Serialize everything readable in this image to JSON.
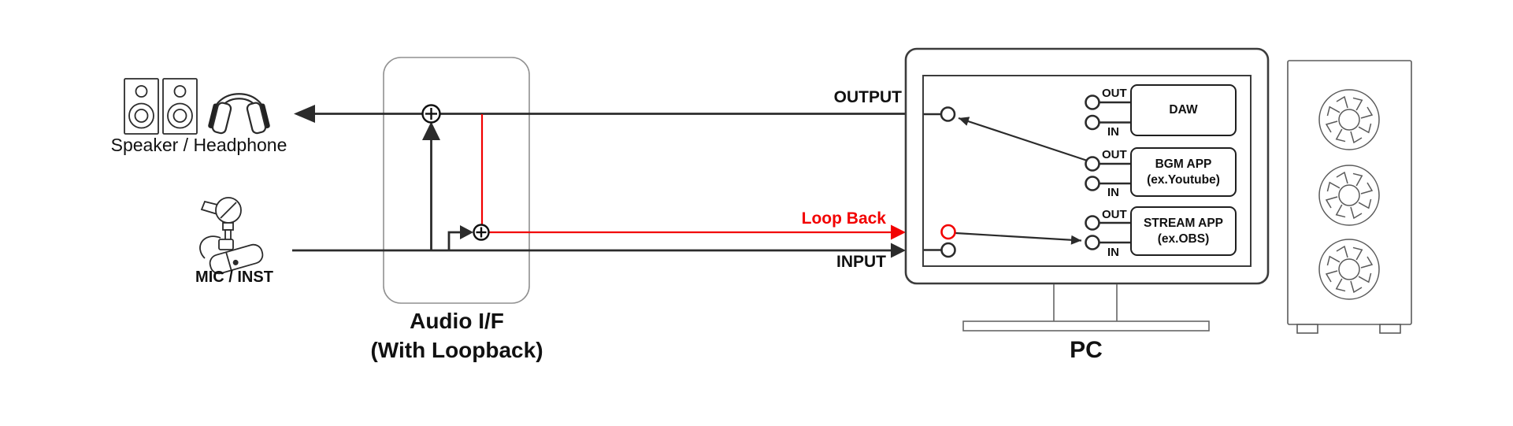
{
  "labels": {
    "speaker_headphone": "Speaker / Headphone",
    "mic_inst": "MIC / INST",
    "audio_if_title": "Audio I/F",
    "audio_if_subtitle": "(With Loopback)",
    "output": "OUTPUT",
    "loopback": "Loop Back",
    "input": "INPUT",
    "pc": "PC"
  },
  "pc": {
    "apps": [
      {
        "name": "DAW",
        "subtitle": "",
        "out": "OUT",
        "in": "IN"
      },
      {
        "name": "BGM APP",
        "subtitle": "(ex.Youtube)",
        "out": "OUT",
        "in": "IN"
      },
      {
        "name": "STREAM APP",
        "subtitle": "(ex.OBS)",
        "out": "OUT",
        "in": "IN"
      }
    ]
  },
  "colors": {
    "loopback_red": "#f20000",
    "line_black": "#2b2b2b",
    "interface_box_gray": "#909090"
  },
  "icons": {
    "left_side": [
      "speaker-icon",
      "speaker-icon",
      "headphone-icon",
      "mic-icon"
    ],
    "interface": [
      "sum-node-icon",
      "sum-node-icon"
    ],
    "right_side": [
      "pc-monitor-icon",
      "pc-tower-icon",
      "fan-icon",
      "fan-icon",
      "fan-icon"
    ]
  }
}
